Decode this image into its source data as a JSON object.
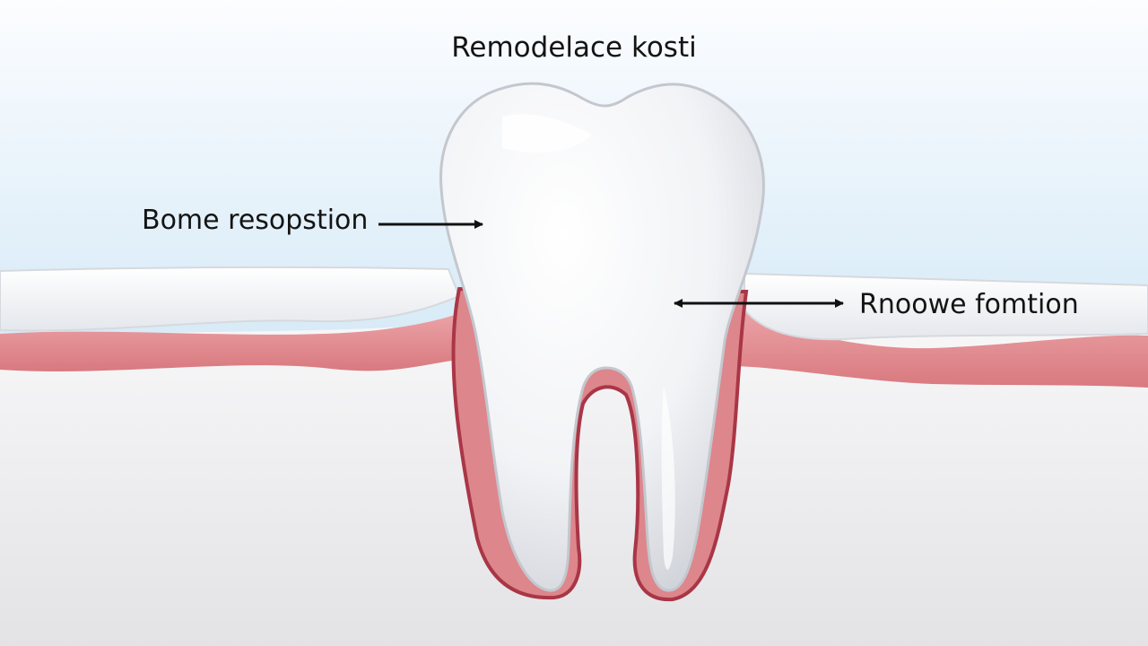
{
  "diagram": {
    "title": "Remodelace kosti",
    "labels": {
      "left": "Bome resopstion",
      "right": "Rnoowe fomtion"
    }
  },
  "colors": {
    "sky_top": "#fbfdff",
    "sky_bottom": "#b9dbf0",
    "bone": "#f3f3f5",
    "gum": "#e6989c",
    "gum_dark": "#ad3a47",
    "tooth": "#ffffff",
    "arrow": "#111111"
  }
}
